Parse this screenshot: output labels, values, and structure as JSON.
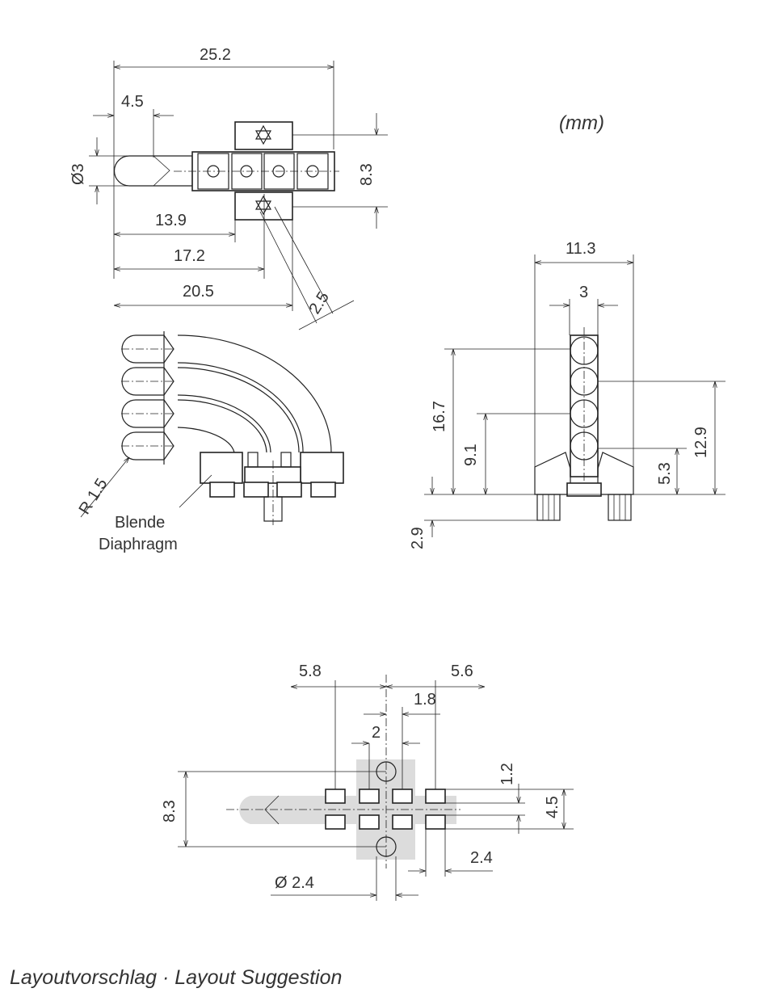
{
  "unit_label": "(mm)",
  "top_view": {
    "dim_overall": "25.2",
    "dim_tip": "4.5",
    "dim_diameter": "Ø3",
    "dim_height": "8.3",
    "dim_a": "13.9",
    "dim_b": "17.2",
    "dim_c": "20.5",
    "dim_pitch": "2.5"
  },
  "side_view": {
    "radius": "R 1.5",
    "label_de": "Blende",
    "label_en": "Diaphragm"
  },
  "front_view": {
    "dim_width": "11.3",
    "dim_led": "3",
    "dim_h1": "16.7",
    "dim_h2": "9.1",
    "dim_h3": "12.9",
    "dim_h4": "5.3",
    "dim_pin": "2.9"
  },
  "layout": {
    "dim_left": "5.8",
    "dim_right": "5.6",
    "dim_1_8": "1.8",
    "dim_2": "2",
    "dim_1_2": "1.2",
    "dim_height": "8.3",
    "dim_4_5": "4.5",
    "dim_2_4": "2.4",
    "dim_hole": "Ø 2.4"
  },
  "caption": "Layoutvorschlag · Layout Suggestion"
}
